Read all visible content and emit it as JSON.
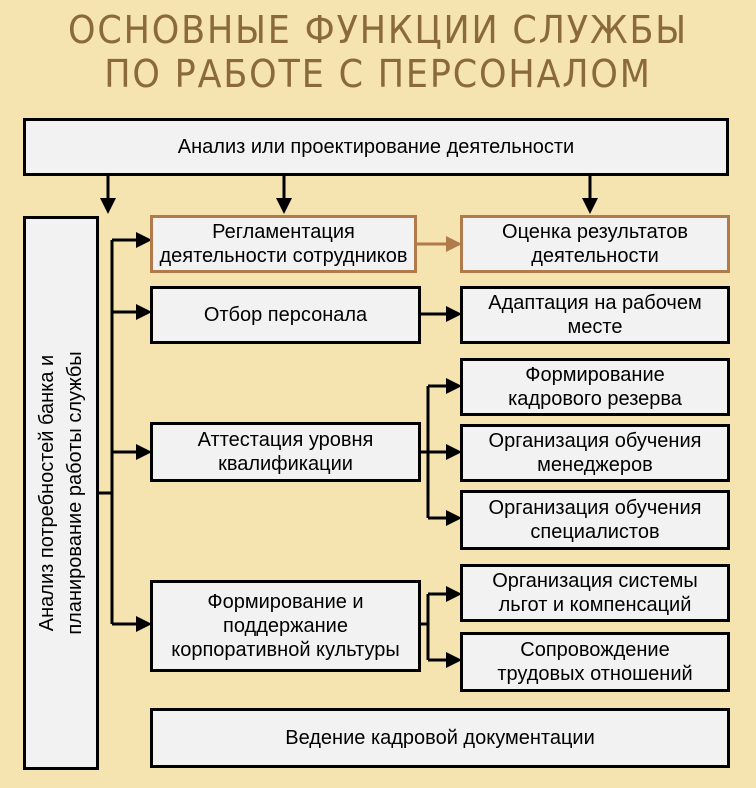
{
  "title": {
    "line1": "ОСНОВНЫЕ ФУНКЦИИ СЛУЖБЫ",
    "line2": "ПО РАБОТЕ С ПЕРСОНАЛОМ"
  },
  "colors": {
    "background": "#f5e3b0",
    "title": "#8a6a3a",
    "box_fill": "#f2f2f2",
    "highlight_border": "#b07a4a"
  },
  "boxes": {
    "analysis": "Анализ или проектирование деятельности",
    "needs_line1": "Анализ потребностей банка и",
    "needs_line2": "планирование работы службы",
    "regulation": "Регламентация\nдеятельности сотрудников",
    "evaluation": "Оценка результатов\nдеятельности",
    "selection": "Отбор персонала",
    "adaptation": "Адаптация на рабочем\nместе",
    "attestation": "Аттестация уровня\nквалификации",
    "reserve": "Формирование\nкадрового резерва",
    "managers": "Организация обучения\nменеджеров",
    "specialists": "Организация обучения\nспециалистов",
    "culture": "Формирование и\nподдержание\nкорпоративной культуры",
    "benefits": "Организация системы\nльгот и компенсаций",
    "relations": "Сопровождение\nтрудовых отношений",
    "documentation": "Ведение кадровой документации"
  }
}
